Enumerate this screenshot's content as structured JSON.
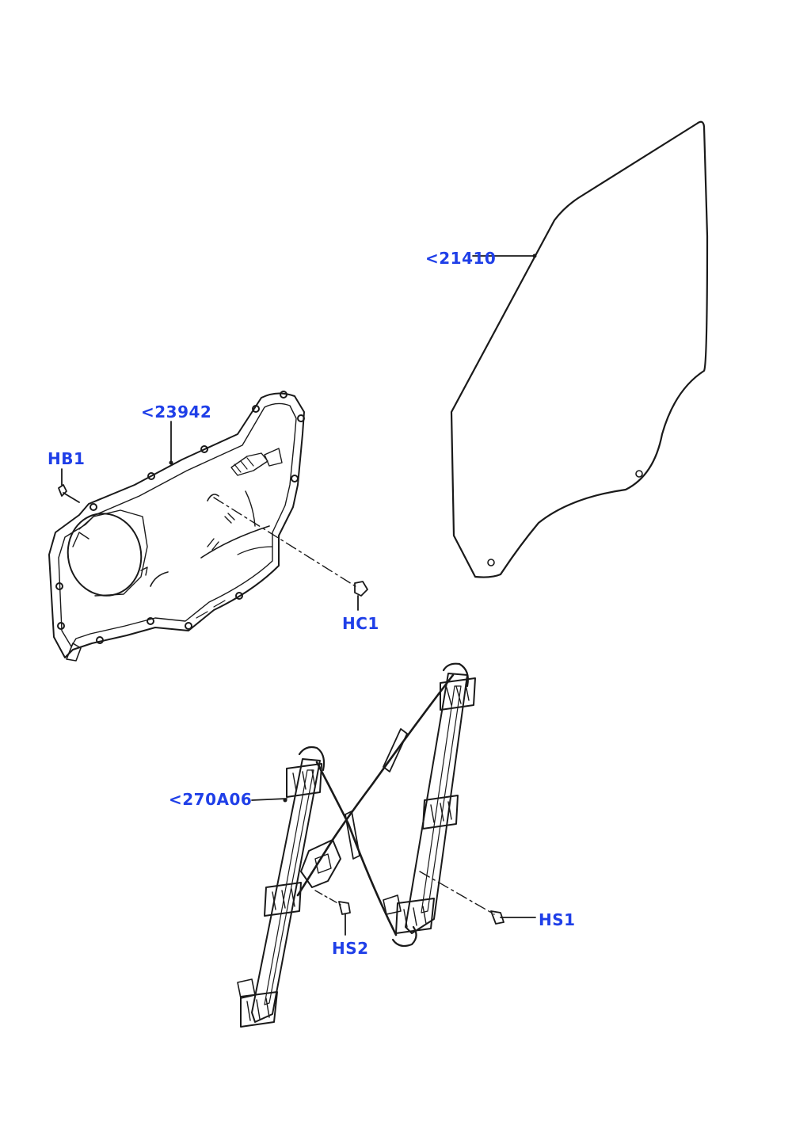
{
  "callouts": {
    "glass": "<21410",
    "panel": "<23942",
    "panel_bolt": "HB1",
    "panel_clip": "HC1",
    "regulator": "<270A06",
    "regulator_screw_1": "HS1",
    "regulator_screw_2": "HS2"
  },
  "colors": {
    "callout_text": "#1f3fe8",
    "line_art": "#1a1a1a",
    "background": "#ffffff"
  }
}
